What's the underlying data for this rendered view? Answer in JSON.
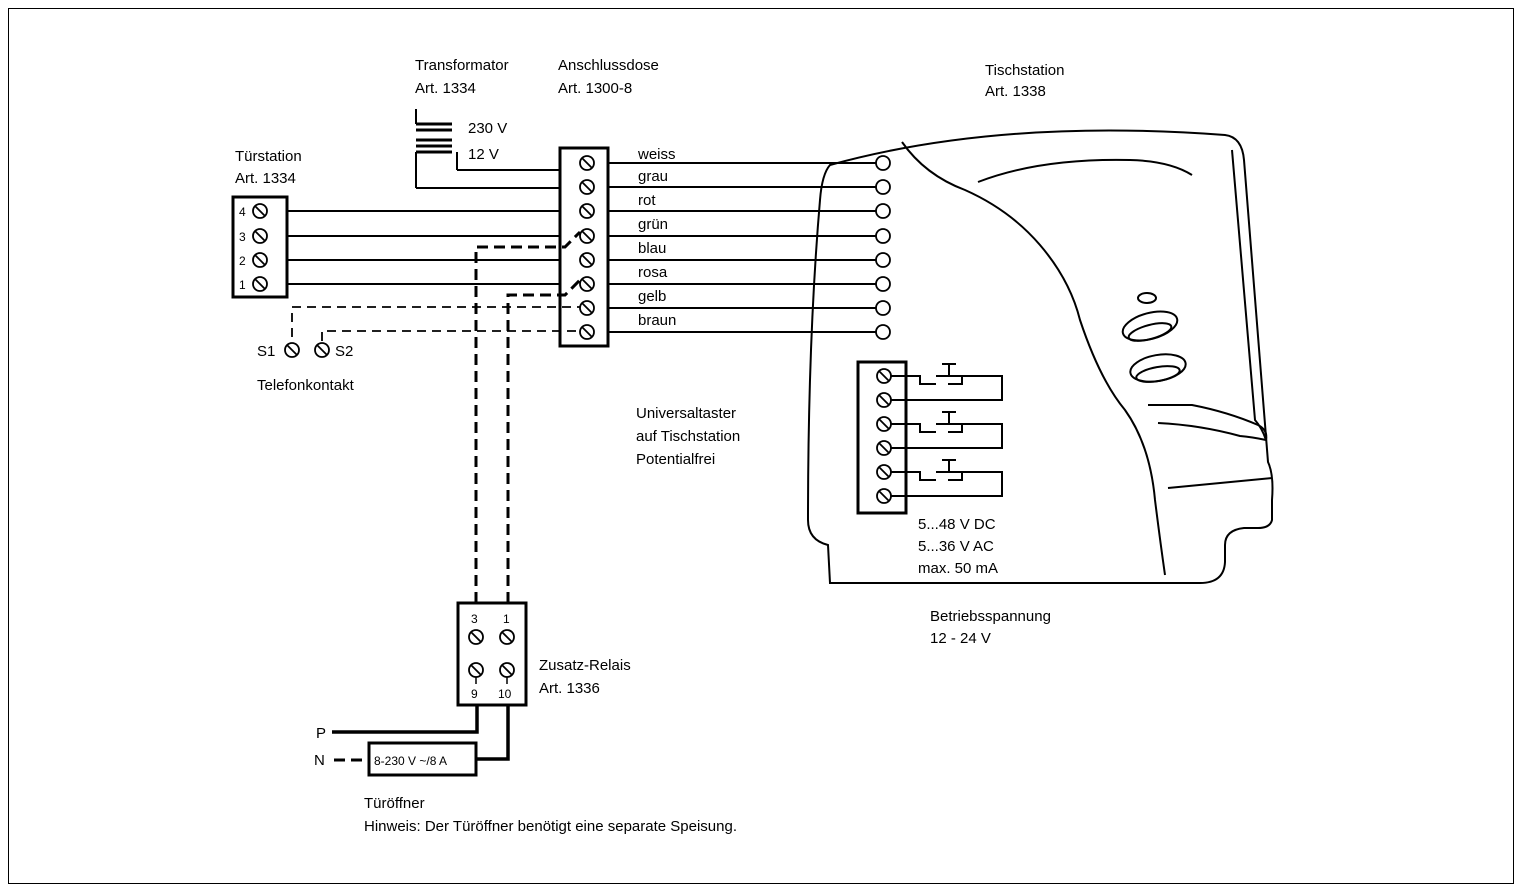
{
  "labels": {
    "transformator_title": "Transformator",
    "transformator_art": "Art. 1334",
    "transformator_in": "230 V",
    "transformator_out": "12 V",
    "anschlussdose_title": "Anschlussdose",
    "anschlussdose_art": "Art. 1300-8",
    "tischstation_title": "Tischstation",
    "tischstation_art": "Art. 1338",
    "tuerstation_title": "Türstation",
    "tuerstation_art": "Art. 1334",
    "telefonkontakt": "Telefonkontakt",
    "s1": "S1",
    "s2": "S2",
    "universaltaster_1": "Universaltaster",
    "universaltaster_2": "auf Tischstation",
    "universaltaster_3": "Potentialfrei",
    "spec_dc": "5...48 V DC",
    "spec_ac": "5...36 V AC",
    "spec_ma": "max. 50 mA",
    "betrieb_title": "Betriebsspannung",
    "betrieb_value": "12 - 24 V",
    "relais_title": "Zusatz-Relais",
    "relais_art": "Art. 1336",
    "p": "P",
    "n": "N",
    "oeffner_rating": "8-230 V ~/8 A",
    "tueroeffner": "Türöffner",
    "hinweis": "Hinweis:  Der Türöffner benötigt eine separate Speisung."
  },
  "wires": [
    "weiss",
    "grau",
    "rot",
    "grün",
    "blau",
    "rosa",
    "gelb",
    "braun"
  ],
  "tuerstation_terminals": [
    "4",
    "3",
    "2",
    "1"
  ],
  "relais_terminals": {
    "t3": "3",
    "t1": "1",
    "t9": "9",
    "t10": "10"
  }
}
